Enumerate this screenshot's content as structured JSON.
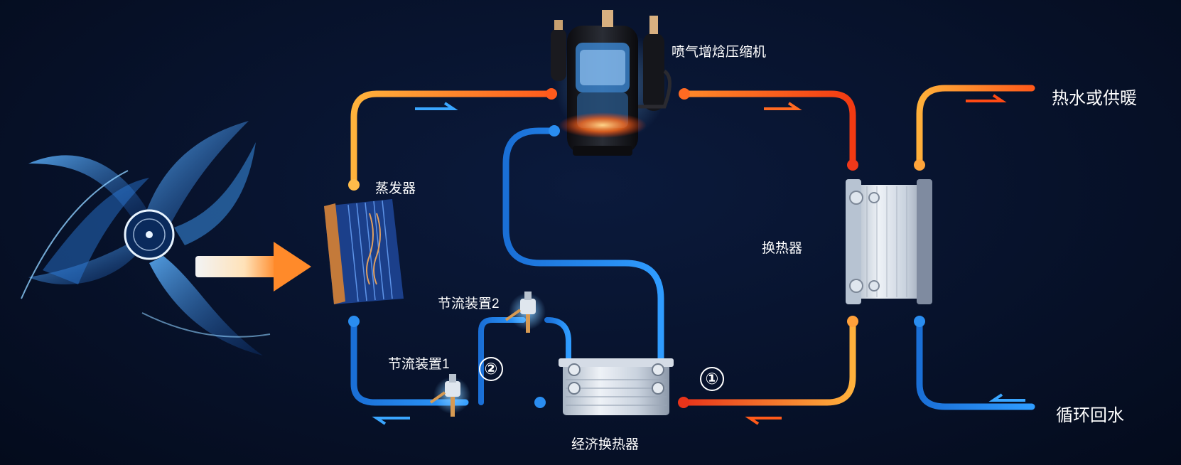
{
  "labels": {
    "compressor": "喷气增焓压缩机",
    "evaporator": "蒸发器",
    "heat_exchanger": "换热器",
    "economizer": "经济换热器",
    "expansion_1": "节流装置1",
    "expansion_2": "节流装置2",
    "hot_water_out": "热水或供暖",
    "return_water": "循环回水"
  },
  "markers": {
    "one": "①",
    "two": "②"
  },
  "colors": {
    "hot": "#ff4a14",
    "warm": "#ffb23a",
    "cold": "#1a7de0",
    "cold_light": "#3aa6ff",
    "background": "#07122b"
  },
  "icons": [
    "fan-icon",
    "air-flow-arrow-icon",
    "evaporator-coil-icon",
    "compressor-icon",
    "plate-heat-exchanger-icon",
    "economizer-icon",
    "expansion-valve-icon"
  ]
}
